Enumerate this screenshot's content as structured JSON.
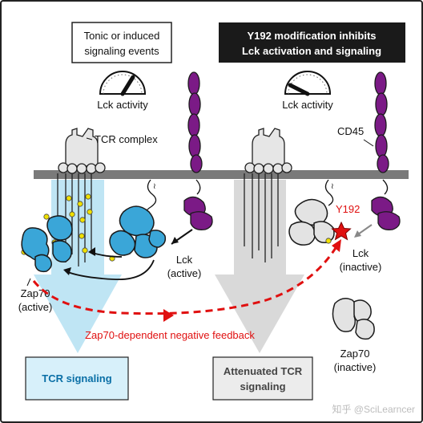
{
  "colors": {
    "lck_active": "#3aa6d8",
    "lck_inactive": "#e3e3e3",
    "cd45": "#7b1a86",
    "membrane": "#7a7a7a",
    "feedback": "#e01010",
    "phospho": "#f0e000",
    "signal_arrow_left": "#bfe5f4",
    "signal_arrow_right": "#d9d9d9",
    "dark_box": "#1a1a1a"
  },
  "left_panel": {
    "title_line1": "Tonic or induced",
    "title_line2": "signaling events",
    "lck_activity_label": "Lck activity",
    "tcr_complex_label": "TCR complex",
    "lck_label_line1": "Lck",
    "lck_label_line2": "(active)",
    "zap70_label_line1": "Zap70",
    "zap70_label_line2": "(active)",
    "signal_box_label": "TCR signaling"
  },
  "right_panel": {
    "title_line1": "Y192 modification inhibits",
    "title_line2": "Lck activation and signaling",
    "lck_activity_label": "Lck activity",
    "cd45_label": "CD45",
    "y192_label": "Y192",
    "lck_label_line1": "Lck",
    "lck_label_line2": "(inactive)",
    "zap70_label_line1": "Zap70",
    "zap70_label_line2": "(inactive)",
    "signal_box_line1": "Attenuated TCR",
    "signal_box_line2": "signaling"
  },
  "feedback_label": "Zap70-dependent negative feedback",
  "watermark": "知乎 @SciLearncer"
}
